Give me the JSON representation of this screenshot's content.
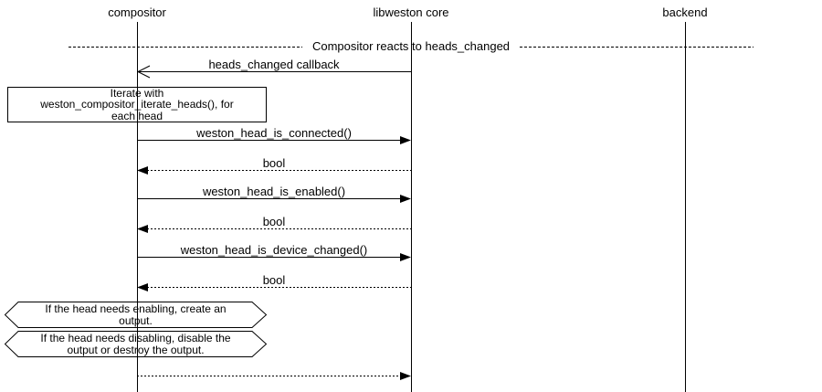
{
  "diagram": {
    "title": "Compositor reacts to heads_changed",
    "participants": [
      {
        "name": "compositor"
      },
      {
        "name": "libweston core"
      },
      {
        "name": "backend"
      }
    ],
    "divider": {
      "label": "Compositor reacts to heads_changed"
    },
    "messages": [
      {
        "label": "heads_changed callback",
        "from": "libweston core",
        "to": "compositor",
        "line": "solid",
        "head": "open"
      },
      {
        "label": "weston_head_is_connected()",
        "from": "compositor",
        "to": "libweston core",
        "line": "solid",
        "head": "filled"
      },
      {
        "label": "bool",
        "from": "libweston core",
        "to": "compositor",
        "line": "dotted",
        "head": "filled"
      },
      {
        "label": "weston_head_is_enabled()",
        "from": "compositor",
        "to": "libweston core",
        "line": "solid",
        "head": "filled"
      },
      {
        "label": "bool",
        "from": "libweston core",
        "to": "compositor",
        "line": "dotted",
        "head": "filled"
      },
      {
        "label": "weston_head_is_device_changed()",
        "from": "compositor",
        "to": "libweston core",
        "line": "solid",
        "head": "filled"
      },
      {
        "label": "bool",
        "from": "libweston core",
        "to": "compositor",
        "line": "dotted",
        "head": "filled"
      },
      {
        "label": "",
        "from": "compositor",
        "to": "libweston core",
        "line": "dotted",
        "head": "filled"
      }
    ],
    "note": {
      "lines": [
        "Iterate with",
        "weston_compositor_iterate_heads(), for",
        "each head"
      ]
    },
    "conditions": [
      {
        "lines": [
          "If the head needs enabling, create an",
          "output."
        ]
      },
      {
        "lines": [
          "If the head needs disabling, disable the",
          "output or destroy the output."
        ]
      }
    ]
  },
  "colors": {
    "line": "#000000",
    "background": "#ffffff"
  }
}
